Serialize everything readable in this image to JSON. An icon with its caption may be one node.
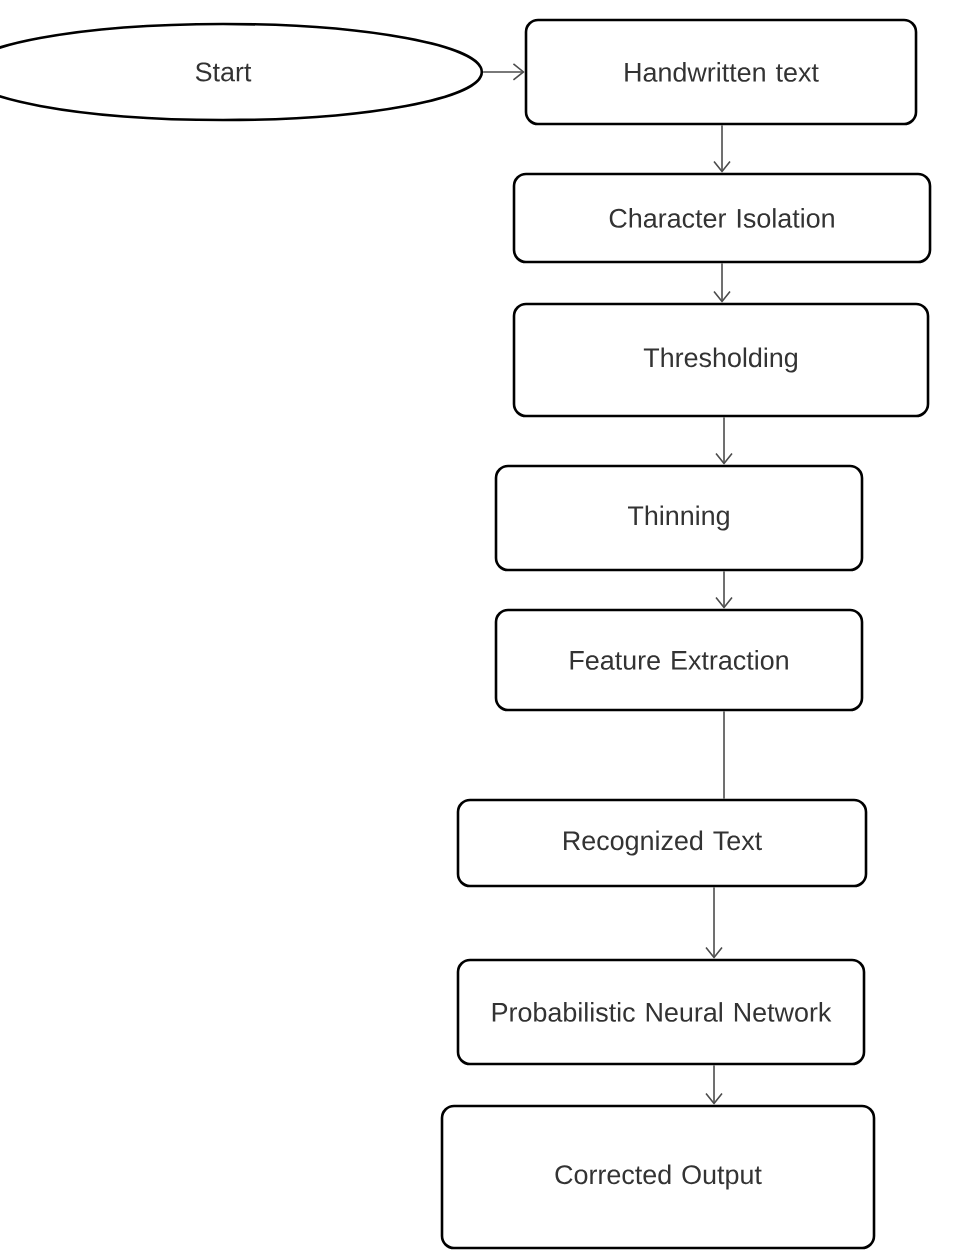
{
  "diagram": {
    "nodes": [
      {
        "text": [
          "Start"
        ]
      },
      {
        "text": [
          "Handwritten text"
        ]
      },
      {
        "text": [
          "Character Isolation"
        ]
      },
      {
        "text": [
          "Thresholding"
        ]
      },
      {
        "text": [
          "Thinning"
        ]
      },
      {
        "text": [
          "Feature Extraction"
        ]
      },
      {
        "text": [
          "Recognized Text"
        ]
      },
      {
        "text": [
          "Probabilistic Neural Network"
        ]
      },
      {
        "text": [
          "Corrected Output"
        ]
      }
    ],
    "edges": [
      {
        "from": 0,
        "to": 1,
        "arrow": "to"
      },
      {
        "from": 1,
        "to": 2,
        "arrow": "to"
      },
      {
        "from": 2,
        "to": 3,
        "arrow": "to"
      },
      {
        "from": 3,
        "to": 4,
        "arrow": "to"
      },
      {
        "from": 4,
        "to": 5,
        "arrow": "to"
      },
      {
        "from": 5,
        "to": 6,
        "arrow": "none"
      },
      {
        "from": 6,
        "to": 7,
        "arrow": "to"
      },
      {
        "from": 7,
        "to": 8,
        "arrow": "to"
      }
    ]
  }
}
